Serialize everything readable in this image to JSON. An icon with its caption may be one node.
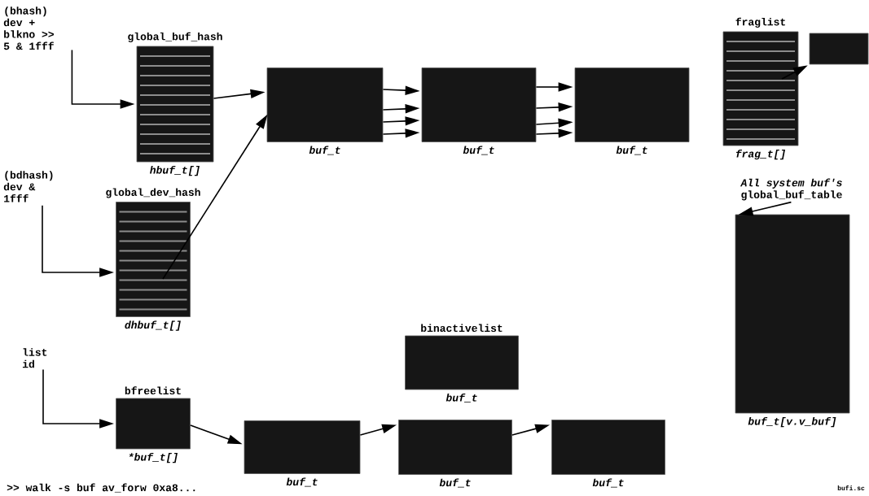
{
  "diagram": {
    "nodes": [
      {
        "text": [
          "(bhash) dev + blkno >> 5 & 1fff"
        ]
      },
      {
        "text": [
          "global_buf_hash",
          "hbuf_t[]"
        ]
      },
      {
        "text": [
          "buf_t"
        ]
      },
      {
        "text": [
          "buf_t"
        ]
      },
      {
        "text": [
          "buf_t"
        ]
      },
      {
        "text": [
          "fraglist",
          "frag_t[]"
        ]
      },
      {
        "text": [],
        "shape": "box"
      },
      {
        "text": [
          "(bdhash) dev & 1fff"
        ]
      },
      {
        "text": [
          "global_dev_hash",
          "dhbuf_t[]"
        ]
      },
      {
        "text": [
          "All system buf's",
          "global_buf_table"
        ]
      },
      {
        "text": [
          "buf_t[v.v_buf]"
        ]
      },
      {
        "text": [
          "binactivelist",
          "buf_t"
        ]
      },
      {
        "text": [
          "list id"
        ]
      },
      {
        "text": [
          "bfreelist",
          "*buf_t[]"
        ]
      },
      {
        "text": [
          "buf_t"
        ]
      },
      {
        "text": [
          "buf_t"
        ]
      },
      {
        "text": [
          "buf_t"
        ]
      }
    ],
    "edges": [
      {
        "from": 0,
        "to": 1,
        "arrow": "to"
      },
      {
        "from": 1,
        "to": 2,
        "arrow": "to"
      },
      {
        "from": 7,
        "to": 8,
        "arrow": "to"
      },
      {
        "from": 8,
        "to": 2,
        "arrow": "to"
      },
      {
        "from": 2,
        "to": 3,
        "arrow": "to"
      },
      {
        "from": 2,
        "to": 3,
        "arrow": "to"
      },
      {
        "from": 2,
        "to": 3,
        "arrow": "to"
      },
      {
        "from": 2,
        "to": 3,
        "arrow": "to"
      },
      {
        "from": 3,
        "to": 4,
        "arrow": "to"
      },
      {
        "from": 3,
        "to": 4,
        "arrow": "to"
      },
      {
        "from": 3,
        "to": 4,
        "arrow": "to"
      },
      {
        "from": 3,
        "to": 4,
        "arrow": "to"
      },
      {
        "from": 5,
        "to": 6,
        "arrow": "to"
      },
      {
        "from": 9,
        "to": 10,
        "arrow": "to"
      },
      {
        "from": 12,
        "to": 13,
        "arrow": "to"
      },
      {
        "from": 13,
        "to": 14,
        "arrow": "to"
      },
      {
        "from": 14,
        "to": 15,
        "arrow": "to"
      },
      {
        "from": 15,
        "to": 16,
        "arrow": "to"
      }
    ],
    "labels": [
      ">> walk -s buf av_forw 0xa8...",
      "bufi.sc"
    ]
  }
}
